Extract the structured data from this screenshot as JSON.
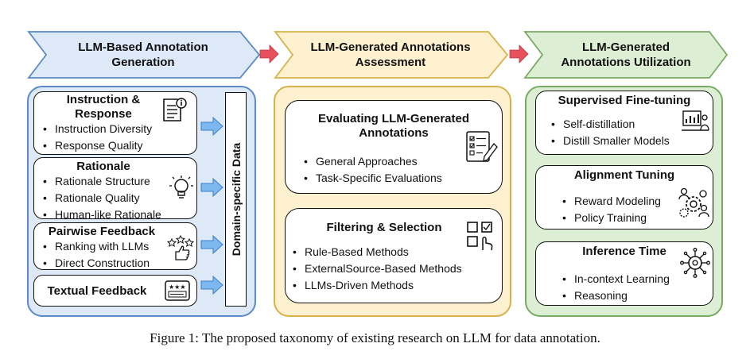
{
  "stages": [
    {
      "header": [
        "LLM-Based Annotation",
        "Generation"
      ],
      "boxes": [
        {
          "title": [
            "Instruction &",
            "Response"
          ],
          "items": [
            "Instruction Diversity",
            "Response Quality"
          ],
          "icon": "document-info-icon"
        },
        {
          "title": [
            "Rationale"
          ],
          "items": [
            "Rationale Structure",
            "Rationale Quality",
            "Human-like Rationale"
          ],
          "icon": "lightbulb-icon"
        },
        {
          "title": [
            "Pairwise Feedback"
          ],
          "items": [
            "Ranking with LLMs",
            "Direct Construction"
          ],
          "icon": "stars-thumbsup-icon"
        },
        {
          "title": [
            "Textual Feedback"
          ],
          "items": [],
          "icon": "rating-card-icon"
        }
      ],
      "side_label": "Domain-specific Data"
    },
    {
      "header": [
        "LLM-Generated Annotations",
        "Assessment"
      ],
      "boxes": [
        {
          "title": [
            "Evaluating LLM-Generated",
            "Annotations"
          ],
          "items": [
            "General Approaches",
            "Task-Specific Evaluations"
          ],
          "icon": "checklist-pencil-icon"
        },
        {
          "title": [
            "Filtering & Selection"
          ],
          "items": [
            "Rule-Based Methods",
            "ExternalSource-Based Methods",
            "LLMs-Driven Methods"
          ],
          "icon": "select-grid-icon"
        }
      ]
    },
    {
      "header": [
        "LLM-Generated",
        "Annotations Utilization"
      ],
      "boxes": [
        {
          "title": [
            "Supervised Fine-tuning"
          ],
          "items": [
            "Self-distillation",
            "Distill Smaller Models"
          ],
          "icon": "chart-person-icon"
        },
        {
          "title": [
            "Alignment Tuning"
          ],
          "items": [
            "Reward Modeling",
            "Policy Training"
          ],
          "icon": "people-gear-icon"
        },
        {
          "title": [
            "Inference Time"
          ],
          "items": [
            "In-context Learning",
            "Reasoning"
          ],
          "icon": "ai-chip-icon"
        }
      ]
    }
  ],
  "colors": {
    "stage1_fill": "#dde9f7",
    "stage1_stroke": "#5b8ac4",
    "stage2_fill": "#fdf1cf",
    "stage2_stroke": "#d7b24a",
    "stage3_fill": "#dcefd5",
    "stage3_stroke": "#79aa63",
    "arrow_red": "#e8505b",
    "arrow_blue": "#7db9f0"
  },
  "caption": "Figure 1: The proposed taxonomy of existing research on LLM for data annotation."
}
